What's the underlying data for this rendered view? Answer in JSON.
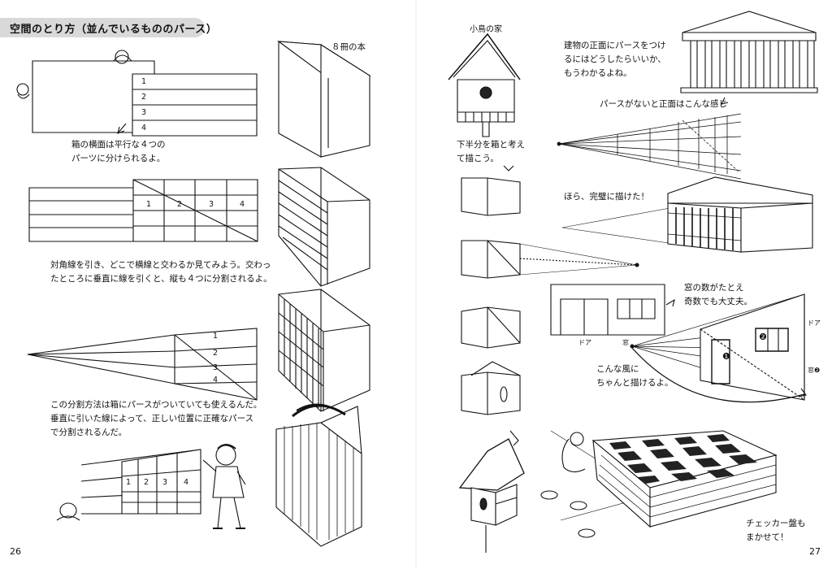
{
  "left_page": {
    "section_title": "空間のとり方（並んでいるもののパース）",
    "label_books": "８冊の本",
    "caption_box_side": [
      "箱の横面は平行な４つの",
      "パーツに分けられるよ。"
    ],
    "caption_diagonal": [
      "対角線を引き、どこで横線と交わるか見てみよう。交わっ",
      "たところに垂直に線を引くと、縦も４つに分割されるよ。"
    ],
    "caption_perspective": [
      "この分割方法は箱にパースがついていても使えるんだ。",
      "垂直に引いた線によって、正しい位置に正確なパース",
      "で分割されるんだ。"
    ],
    "figure_numbers": [
      "1",
      "2",
      "3",
      "4"
    ],
    "page_number": "26"
  },
  "right_page": {
    "label_birdhouse": "小鳥の家",
    "caption_birdhouse": [
      "下半分を箱と考え",
      "て描こう。"
    ],
    "caption_temple": [
      "建物の正面にパースをつけ",
      "るにはどうしたらいいか、",
      "もうわかるよね。"
    ],
    "caption_no_perspective": "パースがないと正面はこんな感じ",
    "caption_done": "ほら、完璧に描けた！",
    "caption_windows": [
      "窓の数がたとえ",
      "奇数でも大丈夫。"
    ],
    "caption_like_this": [
      "こんな風に",
      "ちゃんと描けるよ。"
    ],
    "label_door": "ドア",
    "label_window": "窓",
    "label_door_vertical": "ドア",
    "label_window_circle": "窓❷",
    "marker_1": "❶",
    "marker_2": "❷",
    "caption_checker": [
      "チェッカー盤も",
      "まかせて！"
    ],
    "page_number": "27"
  }
}
